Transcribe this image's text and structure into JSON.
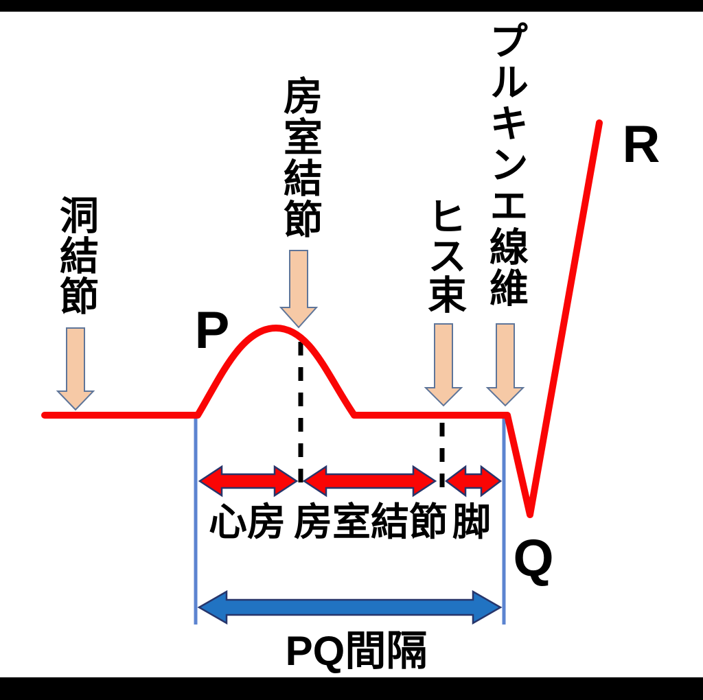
{
  "diagram": {
    "conduction_site_labels": {
      "sinus_node": "洞結節",
      "av_node": "房室結節",
      "his_bundle": "ヒス束",
      "purkinje_fibers": "プルキンエ線維"
    },
    "wave_letters": {
      "p": "P",
      "q": "Q",
      "r": "R"
    },
    "segment_labels": {
      "atrium": "心房",
      "av_node": "房室結節",
      "bundle_branch": "脚"
    },
    "interval_label": "PQ間隔"
  },
  "colors": {
    "background": "#FFFFFF",
    "letterbox_bar": "#000000",
    "text": "#000000",
    "waveform_red": "#FA0505",
    "segment_arrow_red": "#FA0505",
    "arrow_outline_navy": "#27356B",
    "pq_arrow_blue": "#2173C2",
    "boundary_line_blue": "#5C84D0",
    "site_arrow_fill_peach": "#F6C9A6",
    "site_arrow_outline": "#5E7599",
    "dashed_line_black": "#000000"
  }
}
